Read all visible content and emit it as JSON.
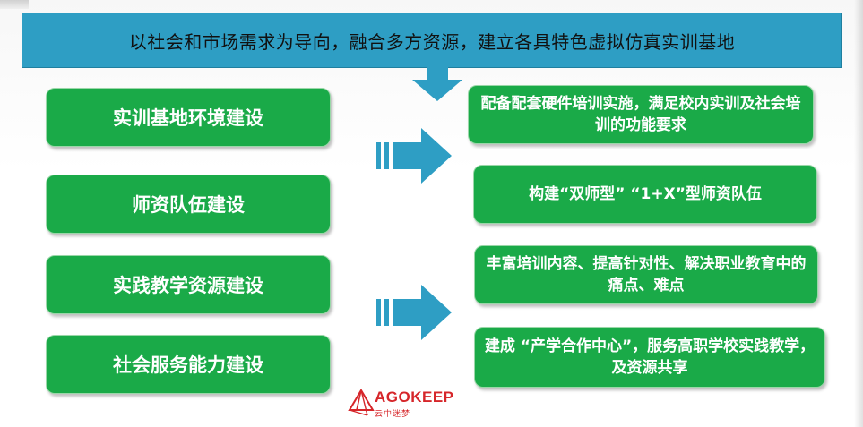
{
  "banner": {
    "title": "以社会和市场需求为导向，融合多方资源，建立各具特色虚拟仿真实训基地"
  },
  "left_items": [
    "实训基地环境建设",
    "师资队伍建设",
    "实践教学资源建设",
    "社会服务能力建设"
  ],
  "right_items": [
    "配备配套硬件培训实施，满足校内实训及社会培训的功能要求",
    "构建“双师型” “1+X”型师资队伍",
    "丰富培训内容、提高针对性、解决职业教育中的痛点、难点",
    "建成 “产学合作中心”，服务高职学校实践教学，及资源共享"
  ],
  "logo": {
    "name": "AGOKEEP",
    "subtitle": "云中迷梦"
  },
  "colors": {
    "banner": "#2e9ec4",
    "box_green": "#1aaa48",
    "arrow_blue": "#2e9ec4",
    "logo_red": "#d6262a"
  }
}
